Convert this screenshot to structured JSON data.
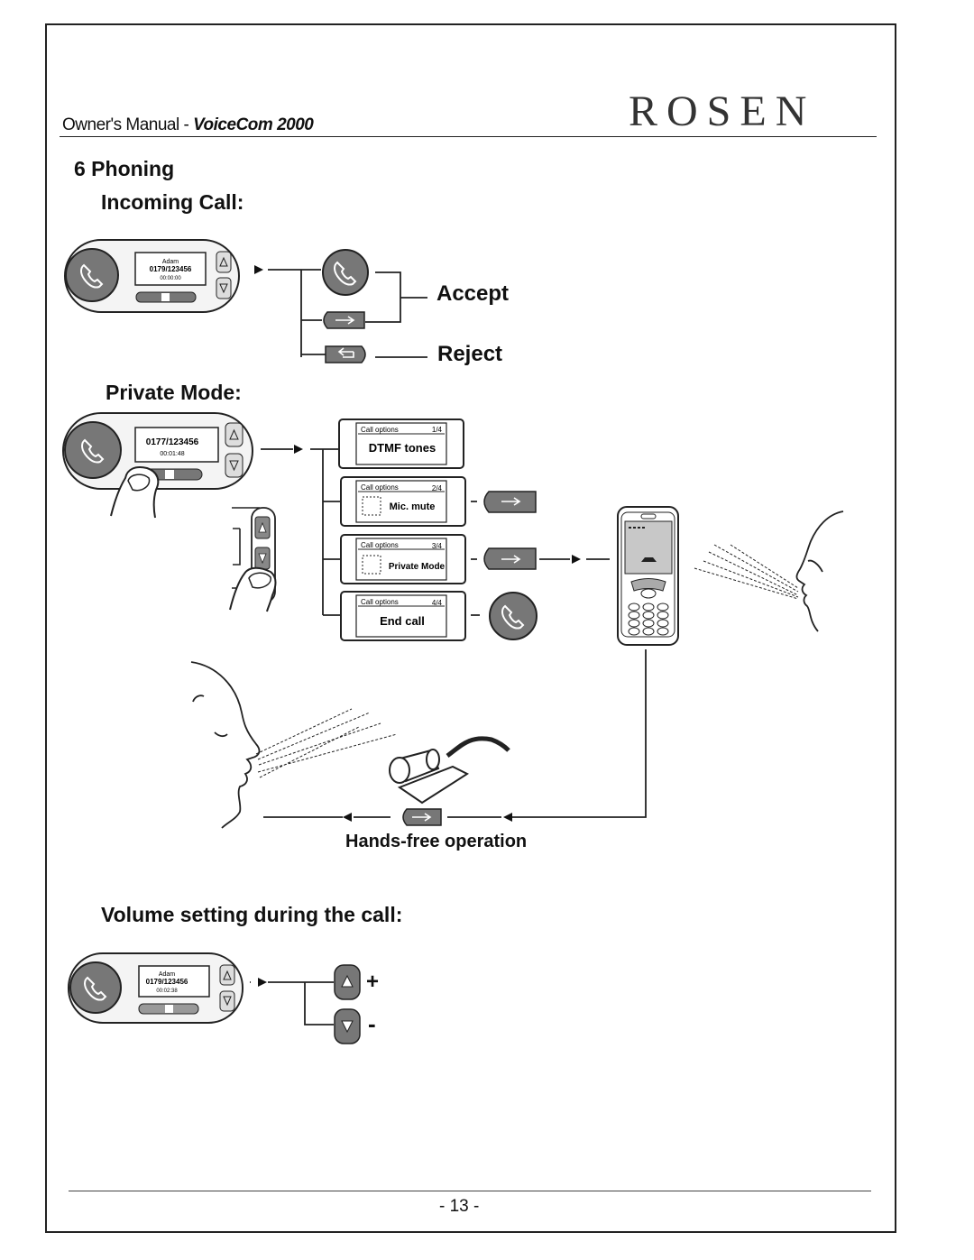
{
  "header": {
    "manual_label": "Owner's Manual - ",
    "product_name": "VoiceCom 2000",
    "brand_logo": "ROSEN"
  },
  "section": {
    "number_title": "6  Phoning"
  },
  "incoming_call": {
    "heading": "Incoming Call:",
    "device_screen": {
      "name": "Adam",
      "number": "0179/123456",
      "time": "00:00:00"
    },
    "accept_label": "Accept",
    "reject_label": "Reject"
  },
  "private_mode": {
    "heading": "Private Mode:",
    "device_screen": {
      "number": "0177/123456",
      "time": "00:01:48"
    },
    "menu_cards": [
      {
        "title": "Call options",
        "index": "1/4",
        "item": "DTMF tones"
      },
      {
        "title": "Call options",
        "index": "2/4",
        "item": "Mic. mute"
      },
      {
        "title": "Call options",
        "index": "3/4",
        "item": "Private Mode"
      },
      {
        "title": "Call options",
        "index": "4/4",
        "item": "End call"
      }
    ],
    "handsfree_label": "Hands-free operation"
  },
  "volume": {
    "heading": "Volume setting during the call:",
    "device_screen": {
      "name": "Adam",
      "number": "0179/123456",
      "time": "00:02:38"
    },
    "plus_label": "+",
    "minus_label": "-"
  },
  "footer": {
    "page_number": "- 13 -"
  }
}
